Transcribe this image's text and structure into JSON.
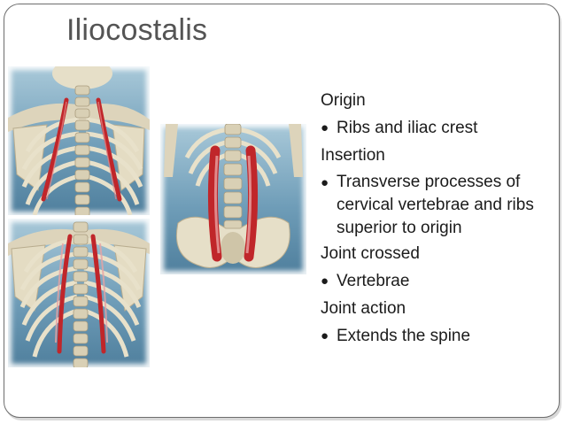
{
  "slide": {
    "title": "Iliocostalis",
    "items": [
      {
        "heading": "Origin",
        "bullet": "Ribs and iliac crest"
      },
      {
        "heading": "Insertion",
        "bullet": "Transverse processes of cervical vertebrae and ribs superior to origin"
      },
      {
        "heading": "Joint crossed",
        "bullet": "Vertebrae"
      },
      {
        "heading": "Joint action",
        "bullet": "Extends the spine"
      }
    ],
    "bullet_glyph": "●"
  },
  "colors": {
    "bone": "#e9e2cc",
    "muscle": "#c0262a",
    "background_blue": "#6f9db8"
  }
}
